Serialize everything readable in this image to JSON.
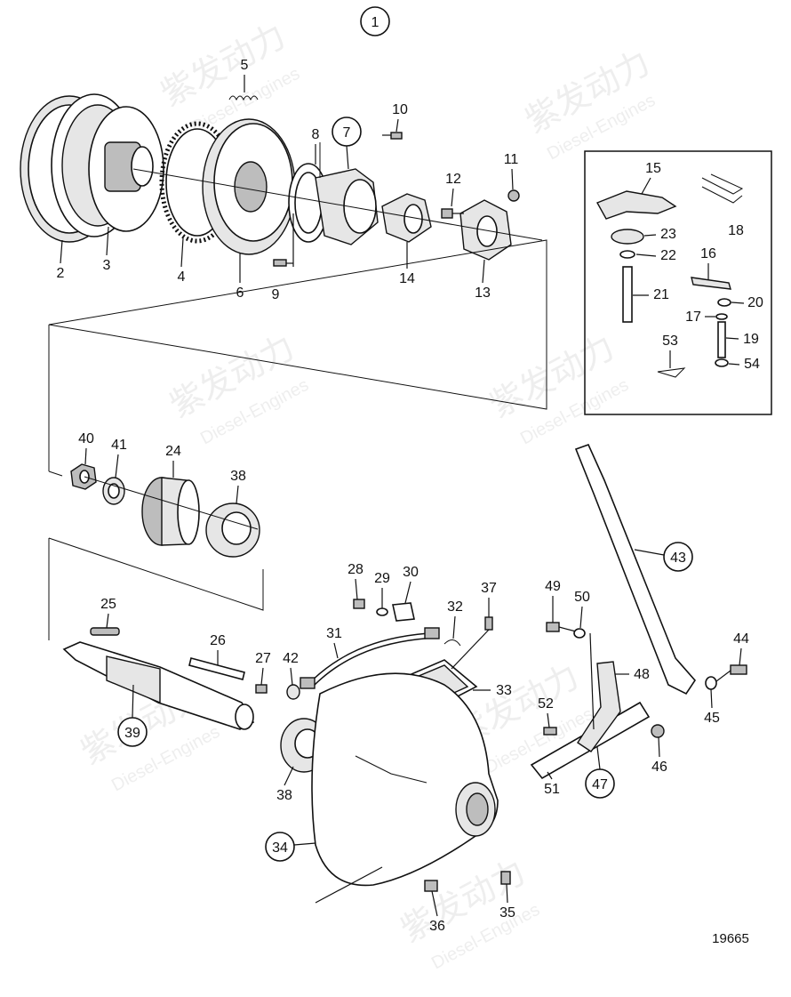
{
  "diagram": {
    "top_callout": "1",
    "figure_number": "19665",
    "watermark": {
      "cn": "紫发动力",
      "en": "Diesel-Engines"
    },
    "labels": {
      "p2": "2",
      "p3": "3",
      "p4": "4",
      "p5": "5",
      "p6": "6",
      "p7": "7",
      "p8": "8",
      "p9": "9",
      "p10": "10",
      "p11": "11",
      "p12": "12",
      "p13": "13",
      "p14": "14",
      "p15": "15",
      "p16": "16",
      "p17": "17",
      "p18": "18",
      "p19": "19",
      "p20": "20",
      "p21": "21",
      "p22": "22",
      "p23": "23",
      "p24": "24",
      "p25": "25",
      "p26": "26",
      "p27": "27",
      "p28": "28",
      "p29": "29",
      "p30": "30",
      "p31": "31",
      "p32": "32",
      "p33": "33",
      "p34": "34",
      "p35": "35",
      "p36": "36",
      "p37": "37",
      "p38a": "38",
      "p38b": "38",
      "p39": "39",
      "p40": "40",
      "p41": "41",
      "p42": "42",
      "p43": "43",
      "p44": "44",
      "p45": "45",
      "p46": "46",
      "p47": "47",
      "p48": "48",
      "p49": "49",
      "p50": "50",
      "p51": "51",
      "p52": "52",
      "p53": "53",
      "p54": "54"
    }
  }
}
